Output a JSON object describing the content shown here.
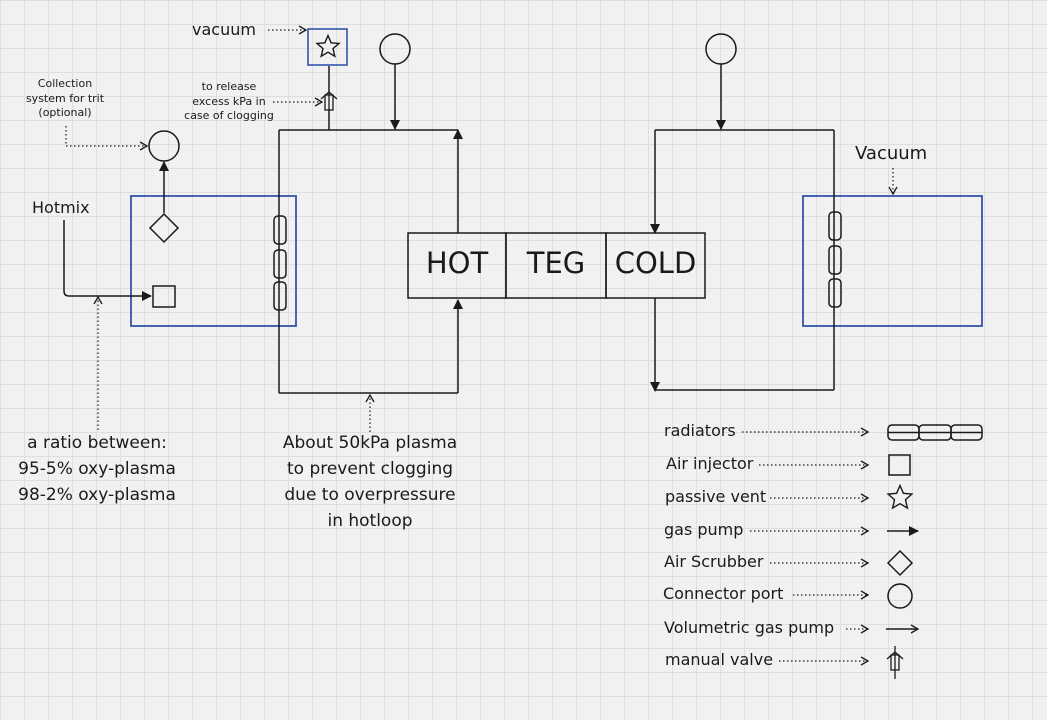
{
  "labels": {
    "vacuum_top": "vacuum",
    "release_note": [
      "to release",
      "excess kPa in",
      "case of clogging"
    ],
    "collection_note": [
      "Collection",
      "system for trit",
      "(optional)"
    ],
    "hotmix": "Hotmix",
    "ratio_note": [
      "a ratio between:",
      "95-5% oxy-plasma",
      "98-2% oxy-plasma"
    ],
    "plasma_note": [
      "About 50kPa plasma",
      "to prevent clogging",
      "due to overpressure",
      "in hotloop"
    ],
    "vacuum_right": "Vacuum"
  },
  "teg": {
    "hot": "HOT",
    "teg": "TEG",
    "cold": "COLD"
  },
  "legend": [
    {
      "label": "radiators",
      "icon": "radiator-icon"
    },
    {
      "label": "Air injector",
      "icon": "air-injector-icon"
    },
    {
      "label": "passive vent",
      "icon": "passive-vent-icon"
    },
    {
      "label": "gas pump",
      "icon": "gas-pump-icon"
    },
    {
      "label": "Air Scrubber",
      "icon": "air-scrubber-icon"
    },
    {
      "label": "Connector port",
      "icon": "connector-port-icon"
    },
    {
      "label": "Volumetric gas pump",
      "icon": "volumetric-gas-pump-icon"
    },
    {
      "label": "manual valve",
      "icon": "manual-valve-icon"
    }
  ],
  "colors": {
    "line": "#1a1a1a",
    "box": "#3355aa",
    "background": "#f1f1f1",
    "grid": "#dedede"
  }
}
